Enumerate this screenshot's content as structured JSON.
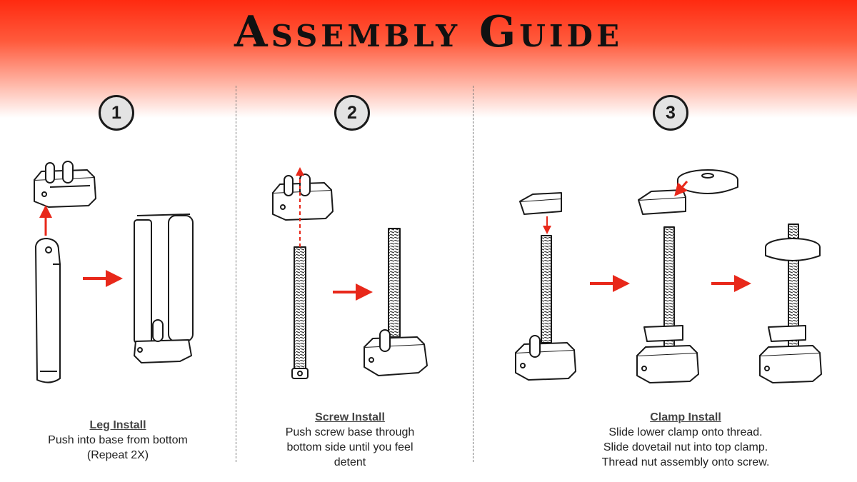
{
  "title": "Assembly Guide",
  "colors": {
    "accent": "#e8281a",
    "banner": "#ff2a10",
    "line": "#1a1a1a",
    "part": "#ffffff",
    "badge": "#e3e3e3"
  },
  "steps": [
    {
      "number": "1",
      "title": "Leg Install",
      "lines": [
        "Push into base from bottom",
        "(Repeat 2X)"
      ]
    },
    {
      "number": "2",
      "title": "Screw Install",
      "lines": [
        "Push screw base through",
        "bottom side until you feel",
        "detent"
      ]
    },
    {
      "number": "3",
      "title": "Clamp Install",
      "lines": [
        "Slide lower clamp onto thread.",
        "Slide dovetail nut into top clamp.",
        "Thread nut assembly onto screw."
      ]
    }
  ]
}
